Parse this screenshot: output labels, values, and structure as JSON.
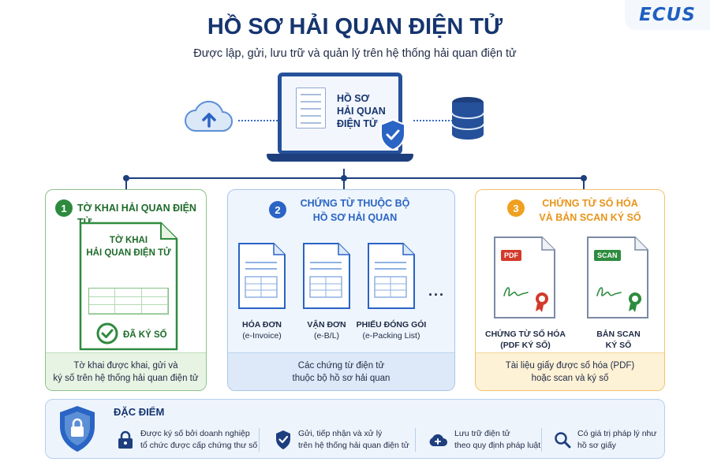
{
  "logo": {
    "text": "ECUS"
  },
  "header": {
    "title": "HỒ SƠ HẢI QUAN ĐIỆN TỬ",
    "subtitle": "Được lập, gửi, lưu trữ và quản lý trên hệ thống hải quan điện tử"
  },
  "center": {
    "line1": "HỒ SƠ",
    "line2": "HẢI QUAN",
    "line3": "ĐIỆN TỬ"
  },
  "columns": [
    {
      "number": "1",
      "title": "TỜ KHAI HẢI QUAN ĐIỆN TỬ",
      "form_line1": "TỜ KHAI",
      "form_line2": "HẢI QUAN ĐIỆN TỬ",
      "signed_label": "ĐÃ KÝ SỐ",
      "footer_line1": "Tờ khai được khai, gửi và",
      "footer_line2": "ký số trên hệ thống hải quan điện tử",
      "color": "#2e8b3e"
    },
    {
      "number": "2",
      "title_line1": "CHỨNG TỪ THUỘC BỘ",
      "title_line2": "HỒ SƠ HẢI QUAN",
      "docs": [
        {
          "name": "HÓA ĐƠN",
          "sub": "(e-Invoice)"
        },
        {
          "name": "VẬN ĐƠN",
          "sub": "(e-B/L)"
        },
        {
          "name": "PHIẾU ĐÓNG GÓI",
          "sub": "(e-Packing List)"
        }
      ],
      "more": "...",
      "footer_line1": "Các chứng từ điện tử",
      "footer_line2": "thuộc bộ hồ sơ hải quan",
      "color": "#2a64c4"
    },
    {
      "number": "3",
      "title_line1": "CHỨNG TỪ SỐ HÓA",
      "title_line2": "VÀ BẢN SCAN KÝ SỐ",
      "docs": [
        {
          "tag": "PDF",
          "name_line1": "CHỨNG TỪ SỐ HÓA",
          "name_line2": "(PDF KÝ SỐ)"
        },
        {
          "tag": "SCAN",
          "name_line1": "BẢN SCAN",
          "name_line2": "KÝ SỐ"
        }
      ],
      "footer_line1": "Tài liệu giấy được số hóa (PDF)",
      "footer_line2": "hoặc scan và ký số",
      "color": "#f0a020"
    }
  ],
  "features": {
    "title": "ĐẶC ĐIỂM",
    "items": [
      {
        "icon": "lock-icon",
        "line1": "Được ký số bởi doanh nghiệp",
        "line2": "tổ chức được cấp chứng thư số"
      },
      {
        "icon": "shield-check-icon",
        "line1": "Gửi, tiếp nhận và xử lý",
        "line2": "trên hệ thống hải quan điện tử"
      },
      {
        "icon": "cloud-plus-icon",
        "line1": "Lưu trữ điện tử",
        "line2": "theo quy định pháp luật"
      },
      {
        "icon": "magnifier-icon",
        "line1": "Có giá trị pháp lý như",
        "line2": "hồ sơ giấy"
      }
    ]
  },
  "colors": {
    "navy": "#15356f",
    "blue": "#2a64c4",
    "green": "#2e8b3e",
    "orange": "#f0a020",
    "red": "#d23a2a"
  }
}
